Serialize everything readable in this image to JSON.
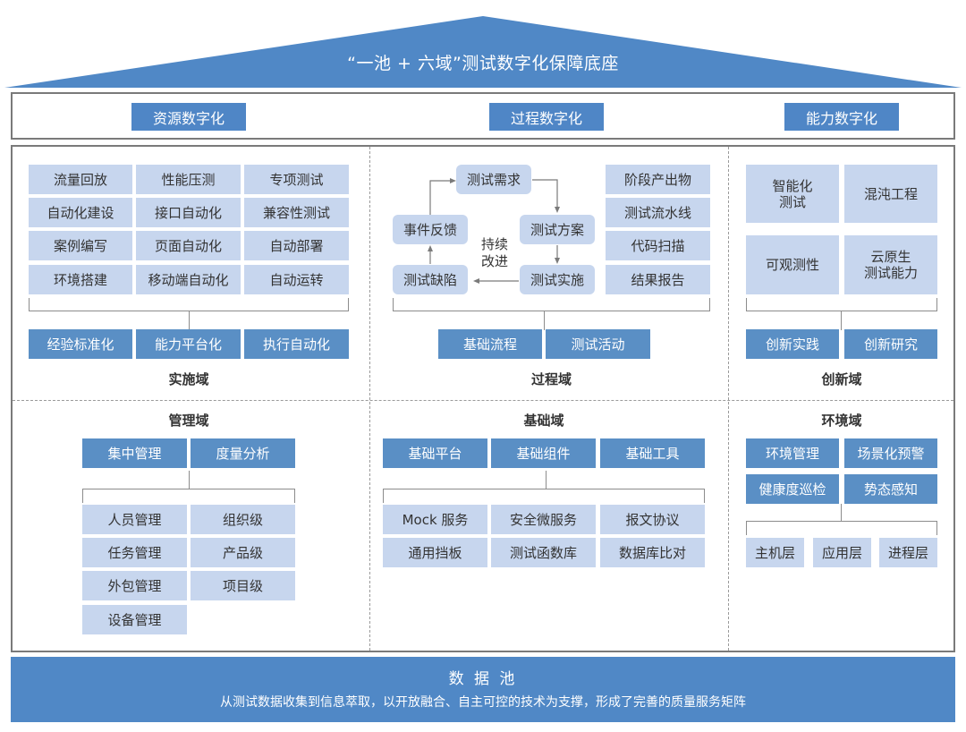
{
  "roof": {
    "title": "“一池 + 六域”测试数字化保障底座",
    "color": "#5088c6"
  },
  "pillars": [
    {
      "label": "资源数字化"
    },
    {
      "label": "过程数字化"
    },
    {
      "label": "能力数字化"
    }
  ],
  "implementation_domain": {
    "title": "实施域",
    "grid": [
      [
        "流量回放",
        "性能压测",
        "专项测试"
      ],
      [
        "自动化建设",
        "接口自动化",
        "兼容性测试"
      ],
      [
        "案例编写",
        "页面自动化",
        "自动部署"
      ],
      [
        "环境搭建",
        "移动端自动化",
        "自动运转"
      ]
    ],
    "bottom": [
      "经验标准化",
      "能力平台化",
      "执行自动化"
    ]
  },
  "process_domain": {
    "title": "过程域",
    "cycle": {
      "requirement": "测试需求",
      "plan": "测试方案",
      "execution": "测试实施",
      "defect": "测试缺陷",
      "feedback": "事件反馈",
      "center_line1": "持续",
      "center_line2": "改进"
    },
    "outputs": [
      "阶段产出物",
      "测试流水线",
      "代码扫描",
      "结果报告"
    ],
    "bottom": [
      "基础流程",
      "测试活动"
    ]
  },
  "innovation_domain": {
    "title": "创新域",
    "grid": [
      [
        "智能化\n测试",
        "混沌工程"
      ],
      [
        "可观测性",
        "云原生\n测试能力"
      ]
    ],
    "grid_lines": {
      "a1": "智能化",
      "a2": "测试",
      "b": "混沌工程",
      "c": "可观测性",
      "d1": "云原生",
      "d2": "测试能力"
    },
    "bottom": [
      "创新实践",
      "创新研究"
    ]
  },
  "management_domain": {
    "title": "管理域",
    "top": [
      "集中管理",
      "度量分析"
    ],
    "left": [
      "人员管理",
      "任务管理",
      "外包管理",
      "设备管理"
    ],
    "right": [
      "组织级",
      "产品级",
      "项目级"
    ]
  },
  "foundation_domain": {
    "title": "基础域",
    "top": [
      "基础平台",
      "基础组件",
      "基础工具"
    ],
    "grid": [
      [
        "Mock 服务",
        "安全微服务",
        "报文协议"
      ],
      [
        "通用挡板",
        "测试函数库",
        "数据库比对"
      ]
    ]
  },
  "environment_domain": {
    "title": "环境域",
    "top": [
      [
        "环境管理",
        "场景化预警"
      ],
      [
        "健康度巡检",
        "势态感知"
      ]
    ],
    "bottom": [
      "主机层",
      "应用层",
      "进程层"
    ]
  },
  "data_pool": {
    "title": "数 据 池",
    "subtitle": "从测试数据收集到信息萃取，以开放融合、自主可控的技术为支撑，形成了完善的质量服务矩阵"
  }
}
